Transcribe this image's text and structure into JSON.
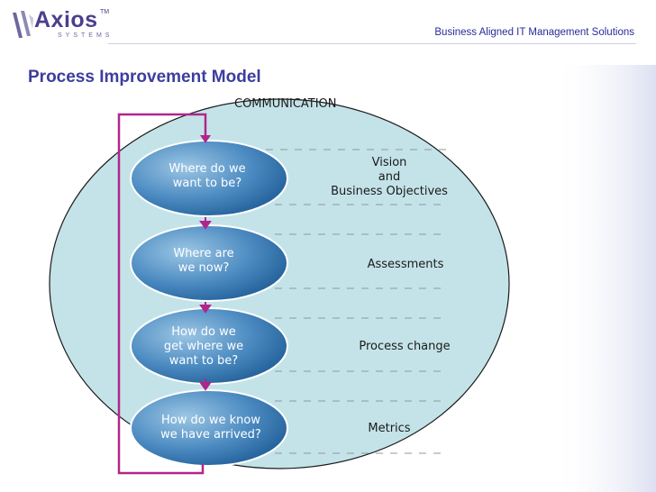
{
  "header": {
    "logo_text": "Axios",
    "logo_tm": "TM",
    "logo_subtext": "SYSTEMS",
    "tagline": "Business Aligned IT Management Solutions"
  },
  "slide": {
    "title": "Process Improvement Model"
  },
  "diagram": {
    "outer_label": "COMMUNICATION",
    "questions": [
      {
        "line1": "Where do we",
        "line2": "want to be?",
        "line3": ""
      },
      {
        "line1": "Where are",
        "line2": "we now?",
        "line3": ""
      },
      {
        "line1": "How do we",
        "line2": "get where we",
        "line3": "want to be?"
      },
      {
        "line1": "How do we know",
        "line2": "we have arrived?",
        "line3": ""
      }
    ],
    "stages": [
      {
        "line1": "Vision",
        "line2": "and",
        "line3": "Business Objectives"
      },
      {
        "line1": "Assessments"
      },
      {
        "line1": "Process change"
      },
      {
        "line1": "Metrics"
      }
    ],
    "colors": {
      "ellipse_fill": "#c4e3e8",
      "bubble_dark": "#1f5c96",
      "bubble_light": "#7fb1d6",
      "loop_arrow": "#b0268b"
    }
  }
}
